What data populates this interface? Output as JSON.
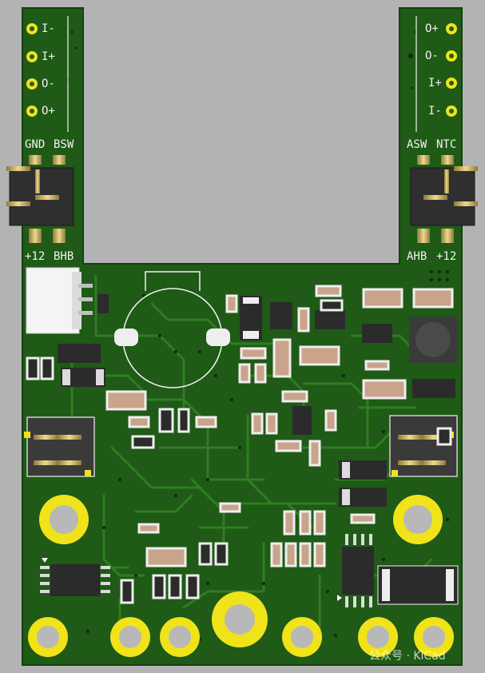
{
  "board": {
    "colors": {
      "background": "#b3b3b3",
      "solder_mask": "#1f5a17",
      "trace": "#2f7d22",
      "pad_gold": "#f0e31a",
      "silkscreen": "#f2f2f2",
      "ic_body": "#2b2b2b",
      "resistor_body": "#c9a48a"
    },
    "left_arm": {
      "pins": [
        "I-",
        "I+",
        "O-",
        "O+"
      ],
      "header_labels_top": [
        "GND",
        "BSW"
      ],
      "header_labels_bottom": [
        "+12",
        "BHB"
      ]
    },
    "right_arm": {
      "pins": [
        "O+",
        "O-",
        "I+",
        "I-"
      ],
      "header_labels_top": [
        "ASW",
        "NTC"
      ],
      "header_labels_bottom": [
        "AHB",
        "+12"
      ]
    },
    "watermark": "公众号 · KiCad"
  }
}
